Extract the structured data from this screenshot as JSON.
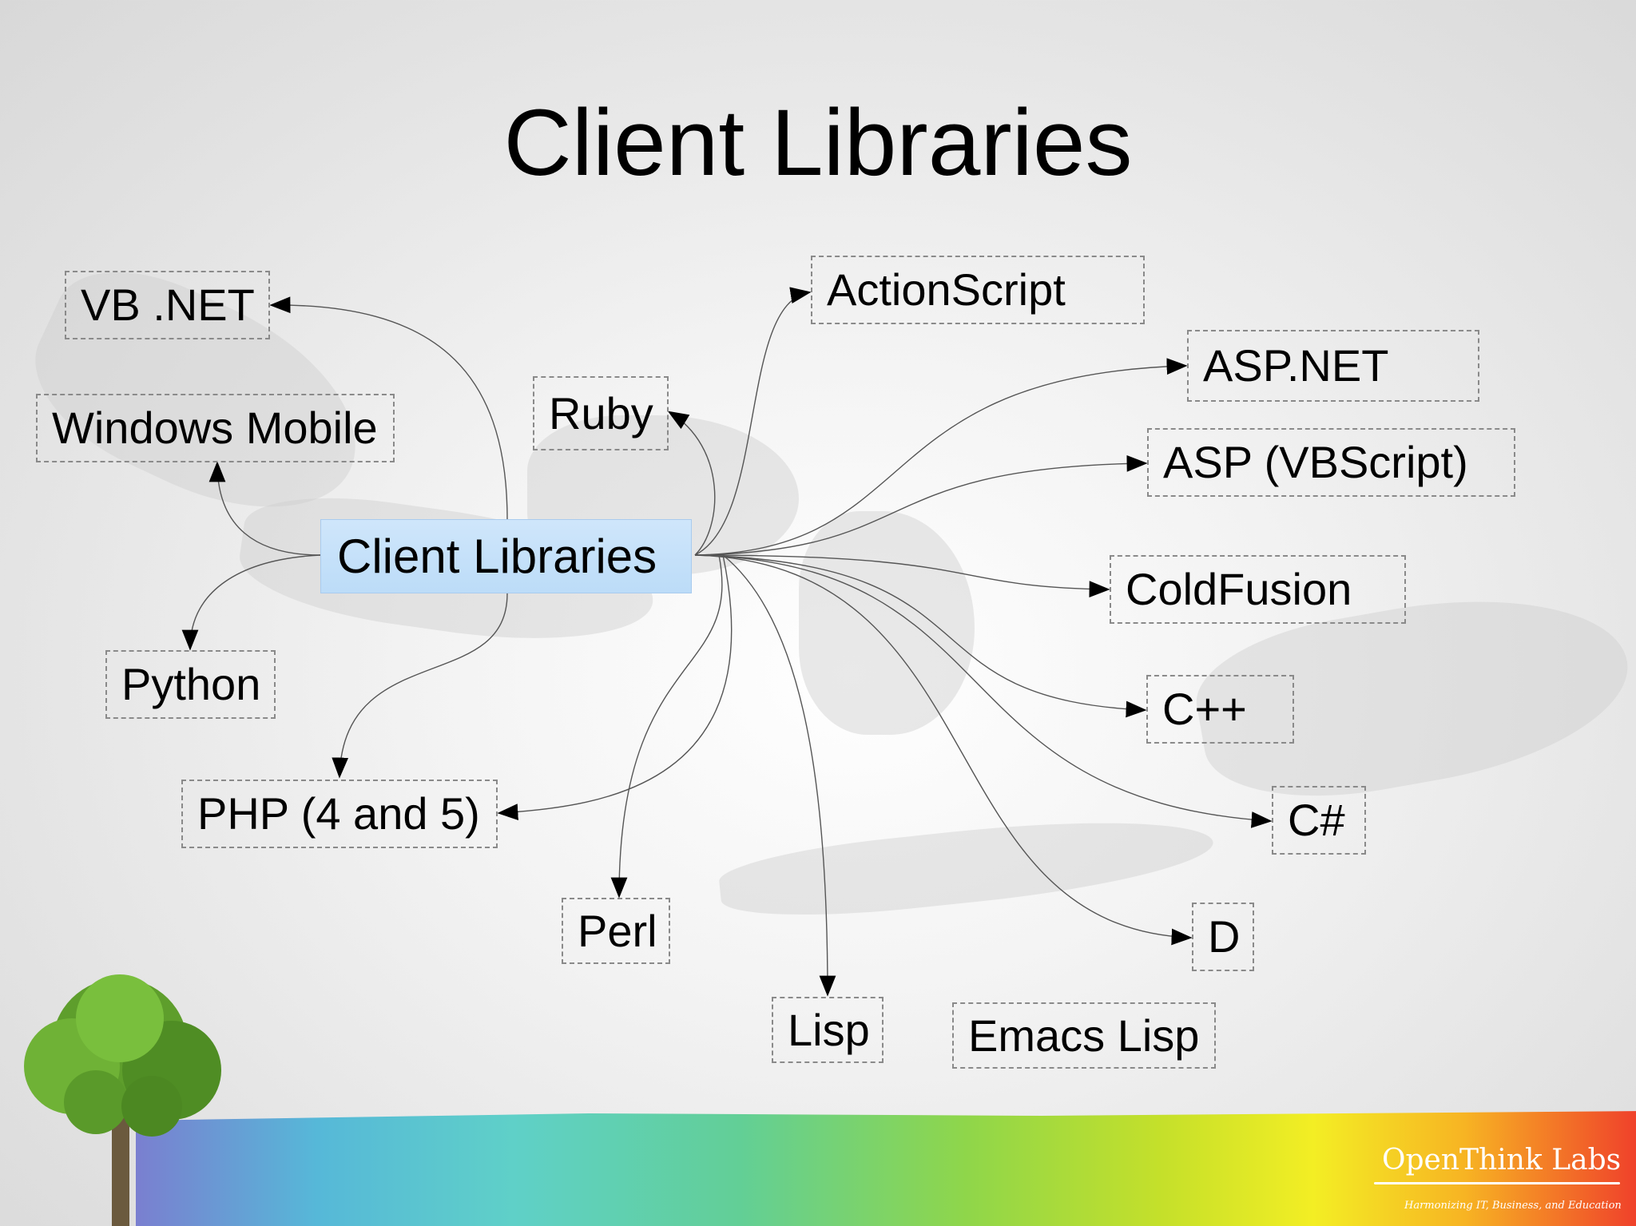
{
  "slide": {
    "title": "Client Libraries"
  },
  "diagram": {
    "center": "Client Libraries",
    "nodes": [
      {
        "id": "vbnet",
        "label": "VB .NET"
      },
      {
        "id": "winmobile",
        "label": "Windows Mobile"
      },
      {
        "id": "python",
        "label": "Python"
      },
      {
        "id": "php",
        "label": "PHP (4 and 5)"
      },
      {
        "id": "ruby",
        "label": "Ruby"
      },
      {
        "id": "actionscript",
        "label": "ActionScript"
      },
      {
        "id": "aspnet",
        "label": "ASP.NET"
      },
      {
        "id": "asp",
        "label": "ASP (VBScript)"
      },
      {
        "id": "coldfusion",
        "label": "ColdFusion"
      },
      {
        "id": "cpp",
        "label": "C++"
      },
      {
        "id": "csharp",
        "label": "C#"
      },
      {
        "id": "d",
        "label": "D"
      },
      {
        "id": "perl",
        "label": "Perl"
      },
      {
        "id": "lisp",
        "label": "Lisp"
      },
      {
        "id": "emacslisp",
        "label": "Emacs Lisp"
      }
    ]
  },
  "branding": {
    "logo_text": "OpenThink Labs",
    "tagline": "Harmonizing IT, Business, and Education"
  },
  "colors": {
    "center_fill": "#c4e0f9",
    "node_border": "#8a8a8a",
    "connector": "#555555"
  }
}
